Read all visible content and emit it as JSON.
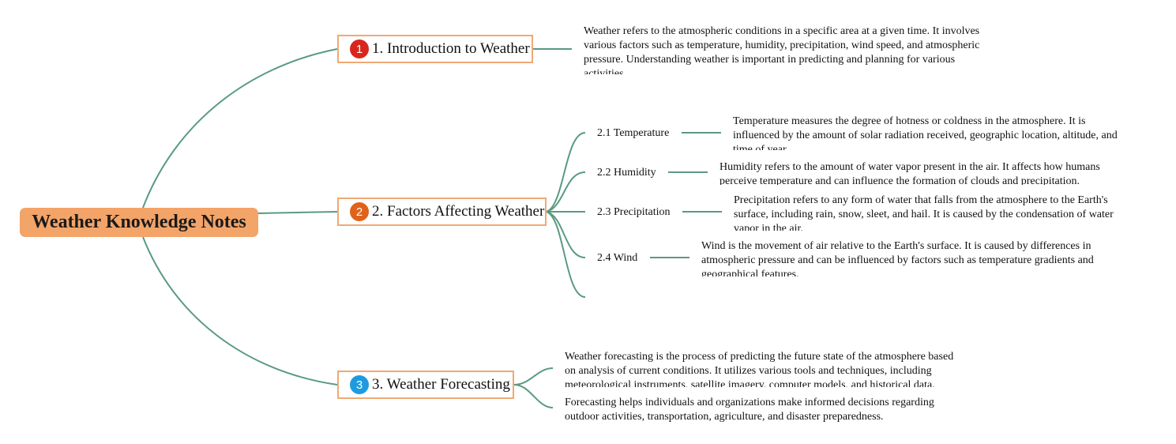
{
  "root": {
    "title": "Weather Knowledge Notes"
  },
  "colors": {
    "link": "#5a9a82",
    "root_fill": "#f3a468",
    "topic_border": "#f0a974"
  },
  "topics": [
    {
      "label": "1. Introduction to Weather",
      "badge": "1",
      "badge_color": "#d9261c",
      "note": "Weather refers to the atmospheric conditions in a specific area at a given time. It involves various factors such as temperature, humidity, precipitation, wind speed, and atmospheric pressure. Understanding weather is important in predicting and planning for various activities."
    },
    {
      "label": "2. Factors Affecting Weather",
      "badge": "2",
      "badge_color": "#e0621a",
      "subtopics": [
        {
          "label": "2.1 Temperature",
          "note": "Temperature measures the degree of hotness or coldness in the atmosphere. It is influenced by the amount of solar radiation received, geographic location, altitude, and time of year."
        },
        {
          "label": "2.2 Humidity",
          "note": "Humidity refers to the amount of water vapor present in the air. It affects how humans perceive temperature and can influence the formation of clouds and precipitation."
        },
        {
          "label": "2.3 Precipitation",
          "note": "Precipitation refers to any form of water that falls from the atmosphere to the Earth's surface, including rain, snow, sleet, and hail. It is caused by the condensation of water vapor in the air."
        },
        {
          "label": "2.4 Wind",
          "note": "Wind is the movement of air relative to the Earth's surface. It is caused by differences in atmospheric pressure and can be influenced by factors such as temperature gradients and geographical features."
        }
      ]
    },
    {
      "label": "3. Weather Forecasting",
      "badge": "3",
      "badge_color": "#1e9be0",
      "notes": [
        "Weather forecasting is the process of predicting the future state of the atmosphere based on analysis of current conditions. It utilizes various tools and techniques, including meteorological instruments, satellite imagery, computer models, and historical data.",
        "Forecasting helps individuals and organizations make informed decisions regarding outdoor activities, transportation, agriculture, and disaster preparedness."
      ]
    }
  ]
}
